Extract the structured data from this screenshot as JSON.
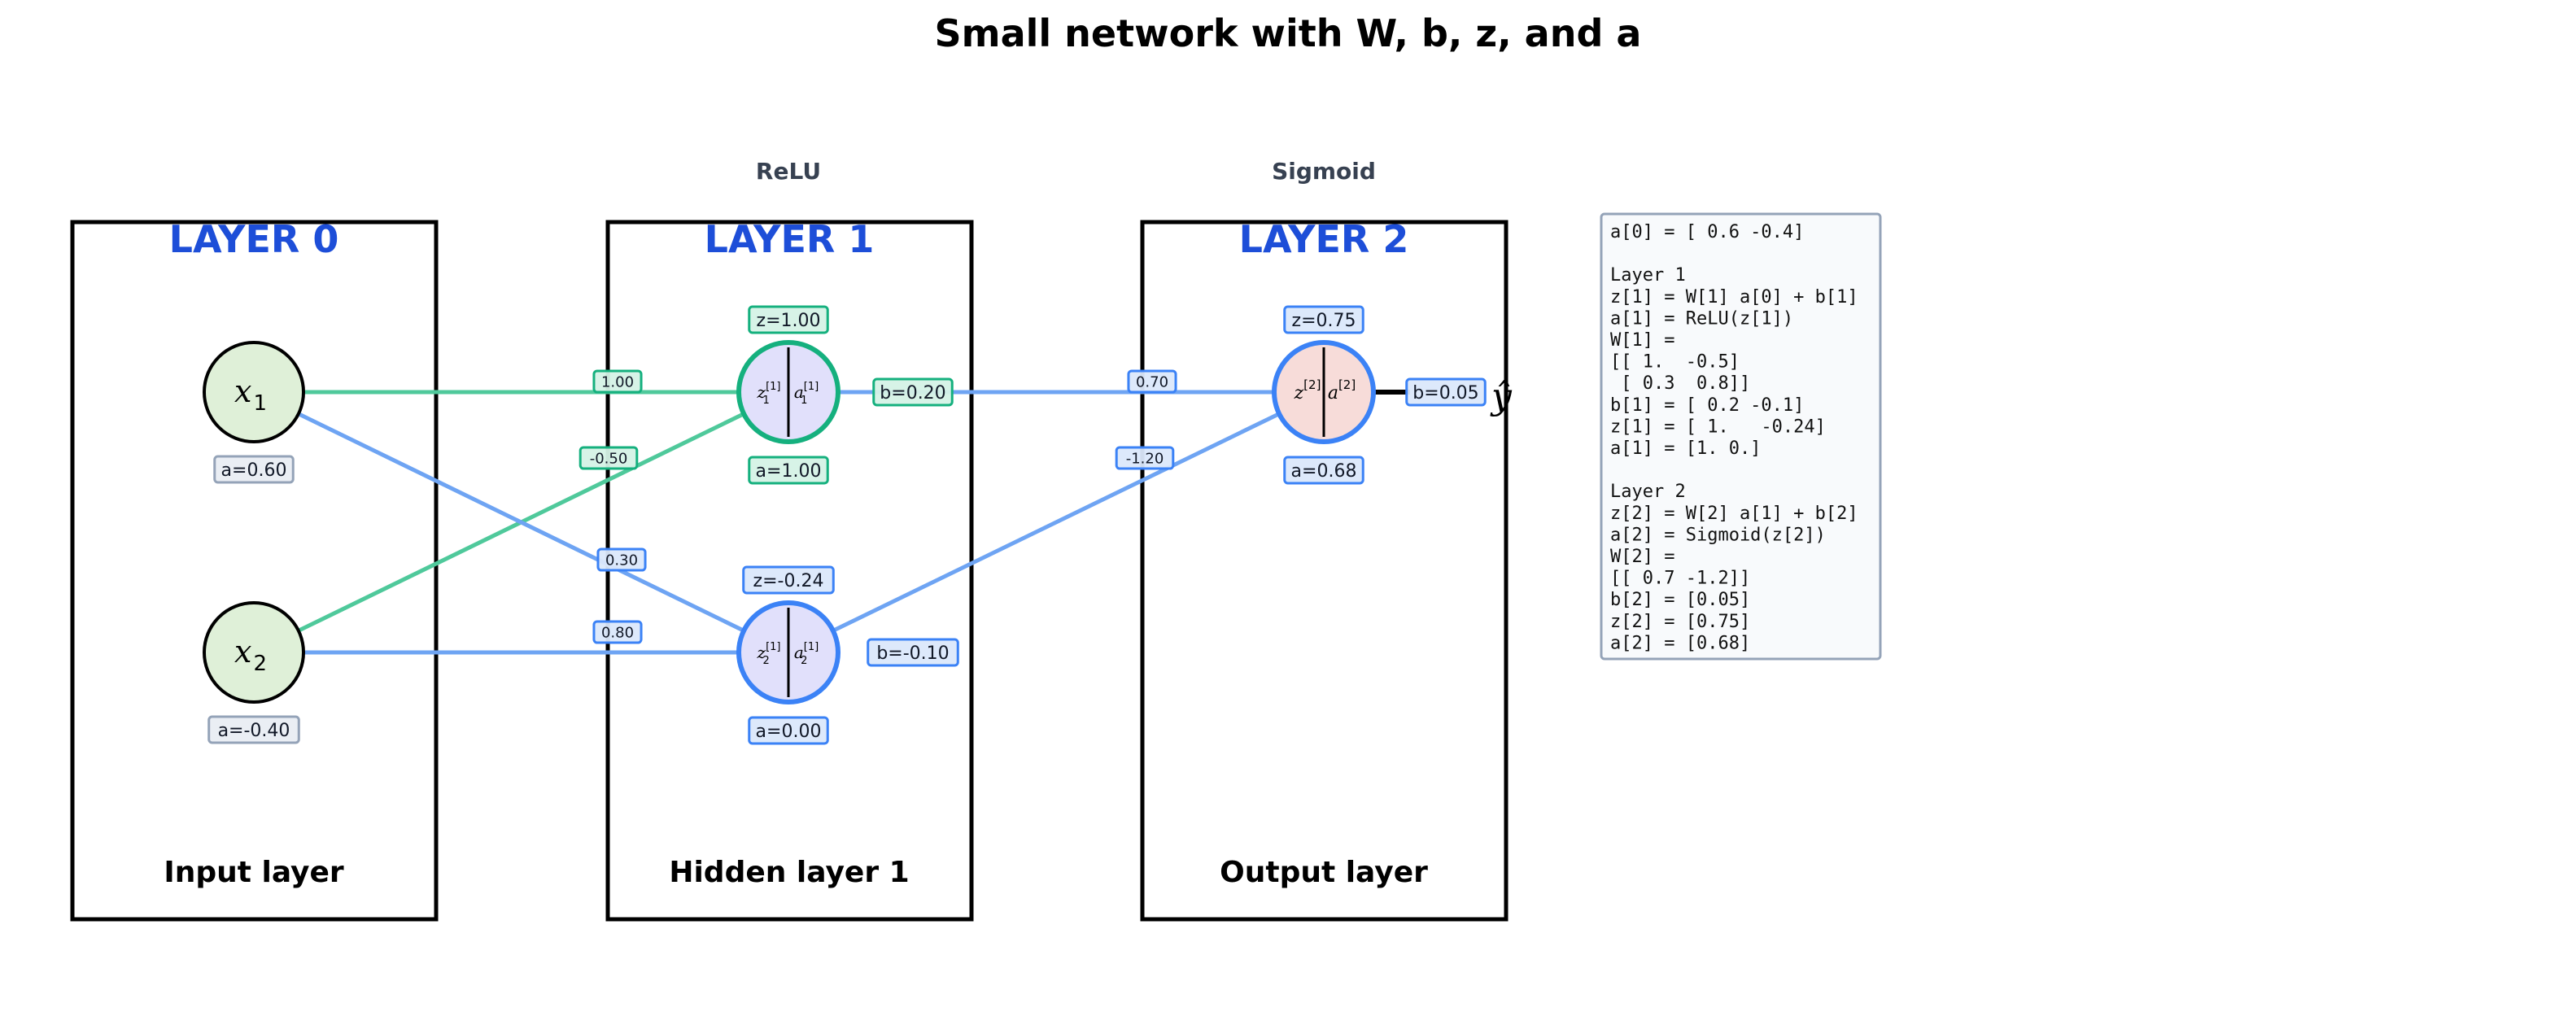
{
  "title": "Small network with W, b, z, and a",
  "colors": {
    "layer_title": "#1d4ed8",
    "green_edge": "#4fc99b",
    "green_stroke": "#15b07e",
    "green_label_fill": "#d5f2e6",
    "blue_edge": "#6ea4f3",
    "blue_stroke": "#3b82f6",
    "blue_label_fill": "#dbe8fb",
    "input_fill": "#dff0d8",
    "hidden_fill": "#e1e0fb",
    "output_fill": "#f7dcd9",
    "gray_label_fill": "#e9edf3",
    "gray_label_stroke": "#94a3b8",
    "panel_fill": "#f8fafc",
    "panel_stroke": "#94a3b8"
  },
  "layers": [
    {
      "title": "LAYER 0",
      "subtitle": "Input layer",
      "activation": ""
    },
    {
      "title": "LAYER 1",
      "subtitle": "Hidden layer 1",
      "activation": "ReLU"
    },
    {
      "title": "LAYER 2",
      "subtitle": "Output layer",
      "activation": "Sigmoid"
    }
  ],
  "input_nodes": [
    {
      "symbol": "x",
      "sub": "1",
      "a_label": "a=0.60",
      "a": 0.6
    },
    {
      "symbol": "x",
      "sub": "2",
      "a_label": "a=-0.40",
      "a": -0.4
    }
  ],
  "hidden_nodes": [
    {
      "z_sym": "z",
      "a_sym": "a",
      "sub": "1",
      "sup": "[1]",
      "z_label": "z=1.00",
      "a_label": "a=1.00",
      "b_label": "b=0.20",
      "z": 1.0,
      "a": 1.0,
      "b": 0.2,
      "active": true
    },
    {
      "z_sym": "z",
      "a_sym": "a",
      "sub": "2",
      "sup": "[1]",
      "z_label": "z=-0.24",
      "a_label": "a=0.00",
      "b_label": "b=-0.10",
      "z": -0.24,
      "a": 0.0,
      "b": -0.1,
      "active": false
    }
  ],
  "output_node": {
    "z_sym": "z",
    "a_sym": "a",
    "sup": "[2]",
    "z_label": "z=0.75",
    "a_label": "a=0.68",
    "b_label": "b=0.05",
    "z": 0.75,
    "a": 0.68,
    "b": 0.05,
    "yhat": "ŷ"
  },
  "weights_l1": [
    {
      "from": 0,
      "to": 0,
      "label": "1.00",
      "w": 1.0,
      "color": "green"
    },
    {
      "from": 1,
      "to": 0,
      "label": "-0.50",
      "w": -0.5,
      "color": "green"
    },
    {
      "from": 0,
      "to": 1,
      "label": "0.30",
      "w": 0.3,
      "color": "blue"
    },
    {
      "from": 1,
      "to": 1,
      "label": "0.80",
      "w": 0.8,
      "color": "blue"
    }
  ],
  "weights_l2": [
    {
      "from": 0,
      "label": "0.70",
      "w": 0.7
    },
    {
      "from": 1,
      "label": "-1.20",
      "w": -1.2
    }
  ],
  "panel_lines": [
    "a[0] = [ 0.6 -0.4]",
    "",
    "Layer 1",
    "z[1] = W[1] a[0] + b[1]",
    "a[1] = ReLU(z[1])",
    "W[1] =",
    "[[ 1.  -0.5]",
    " [ 0.3  0.8]]",
    "b[1] = [ 0.2 -0.1]",
    "z[1] = [ 1.   -0.24]",
    "a[1] = [1. 0.]",
    "",
    "Layer 2",
    "z[2] = W[2] a[1] + b[2]",
    "a[2] = Sigmoid(z[2])",
    "W[2] =",
    "[[ 0.7 -1.2]]",
    "b[2] = [0.05]",
    "z[2] = [0.75]",
    "a[2] = [0.68]"
  ]
}
